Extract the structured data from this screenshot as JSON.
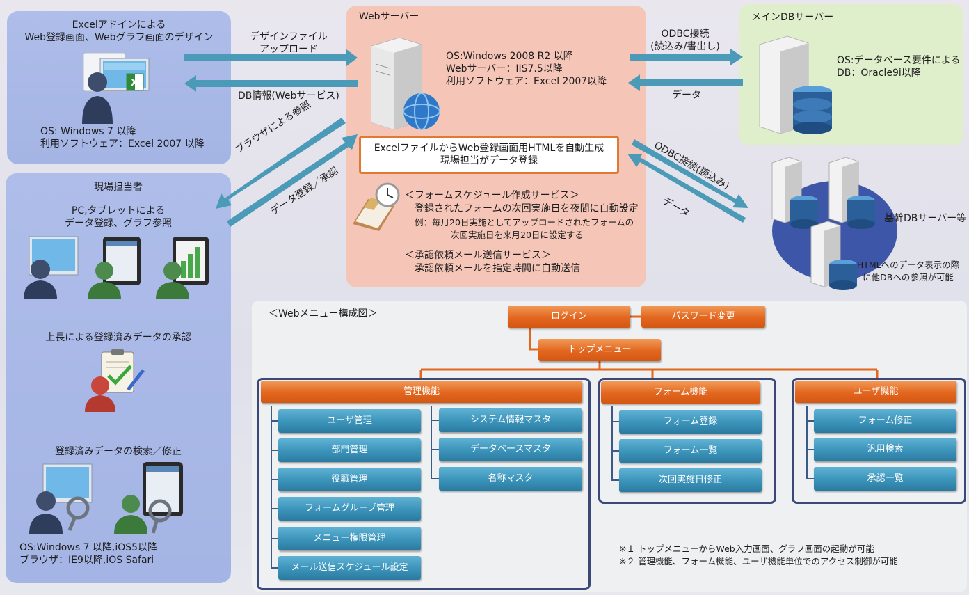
{
  "colors": {
    "panel_blue": "#a9b8e6",
    "panel_pink": "#f5c6b8",
    "panel_green": "#dfeecb",
    "arrow": "#4a9ab8",
    "orange": "#e2661e",
    "teal": "#3b93b9",
    "frame": "#3a4878"
  },
  "designer_panel": {
    "title_line1": "Excelアドインによる",
    "title_line2": "Web登録画面、Webグラフ画面のデザイン",
    "os": "OS: Windows 7 以降",
    "software": "利用ソフトウェア：Excel 2007 以降"
  },
  "field_panel": {
    "title": "現場担当者",
    "subtitle_line1": "PC,タブレットによる",
    "subtitle_line2": "データ登録、グラフ参照",
    "approval": "上長による登録済みデータの承認",
    "search": "登録済みデータの検索／修正",
    "os": "OS:Windows 7 以降,iOS5以降",
    "browser": "ブラウザ：IE9以降,iOS Safari"
  },
  "web_server": {
    "title": "Webサーバー",
    "os": "OS:Windows 2008 R2 以降",
    "server": "Webサーバー：IIS7.5以降",
    "software": "利用ソフトウェア：Excel 2007以降",
    "highlight_line1": "ExcelファイルからWeb登録画面用HTMLを自動生成",
    "highlight_line2": "現場担当がデータ登録",
    "schedule_title": "＜フォームスケジュール作成サービス＞",
    "schedule_desc": "登録されたフォームの次回実施日を夜間に自動設定",
    "schedule_ex1": "例：毎月20日実施としてアップロードされたフォームの",
    "schedule_ex2": "次回実施日を来月20日に設定する",
    "mail_title": "＜承認依頼メール送信サービス＞",
    "mail_desc": "承認依頼メールを指定時間に自動送信"
  },
  "main_db": {
    "title": "メインDBサーバー",
    "os": "OS:データベース要件による",
    "db": "DB：Oracle9i以降"
  },
  "core_db": {
    "title": "基幹DBサーバー等",
    "note_line1": "HTMLへのデータ表示の際",
    "note_line2": "に他DBへの参照が可能"
  },
  "arrows": {
    "upload_line1": "デザインファイル",
    "upload_line2": "アップロード",
    "dbinfo": "DB情報(Webサービス)",
    "browser_ref": "ブラウザによる参照",
    "data_reg": "データ登録／承認",
    "odbc_rw_line1": "ODBC接続",
    "odbc_rw_line2": "(読込み/書出し)",
    "data1": "データ",
    "odbc_r": "ODBC接続(読込み)",
    "data2": "データ"
  },
  "menu": {
    "title": "＜Webメニュー構成図＞",
    "login": "ログイン",
    "password": "パスワード変更",
    "top": "トップメニュー",
    "admin": {
      "label": "管理機能",
      "left": [
        "ユーザ管理",
        "部門管理",
        "役職管理",
        "フォームグループ管理",
        "メニュー権限管理",
        "メール送信スケジュール設定"
      ],
      "right": [
        "システム情報マスタ",
        "データベースマスタ",
        "名称マスタ"
      ]
    },
    "form": {
      "label": "フォーム機能",
      "items": [
        "フォーム登録",
        "フォーム一覧",
        "次回実施日修正"
      ]
    },
    "user": {
      "label": "ユーザ機能",
      "items": [
        "フォーム修正",
        "汎用検索",
        "承認一覧"
      ]
    },
    "note1": "※１ トップメニューからWeb入力画面、グラフ画面の起動が可能",
    "note2": "※２ 管理機能、フォーム機能、ユーザ機能単位でのアクセス制御が可能"
  }
}
